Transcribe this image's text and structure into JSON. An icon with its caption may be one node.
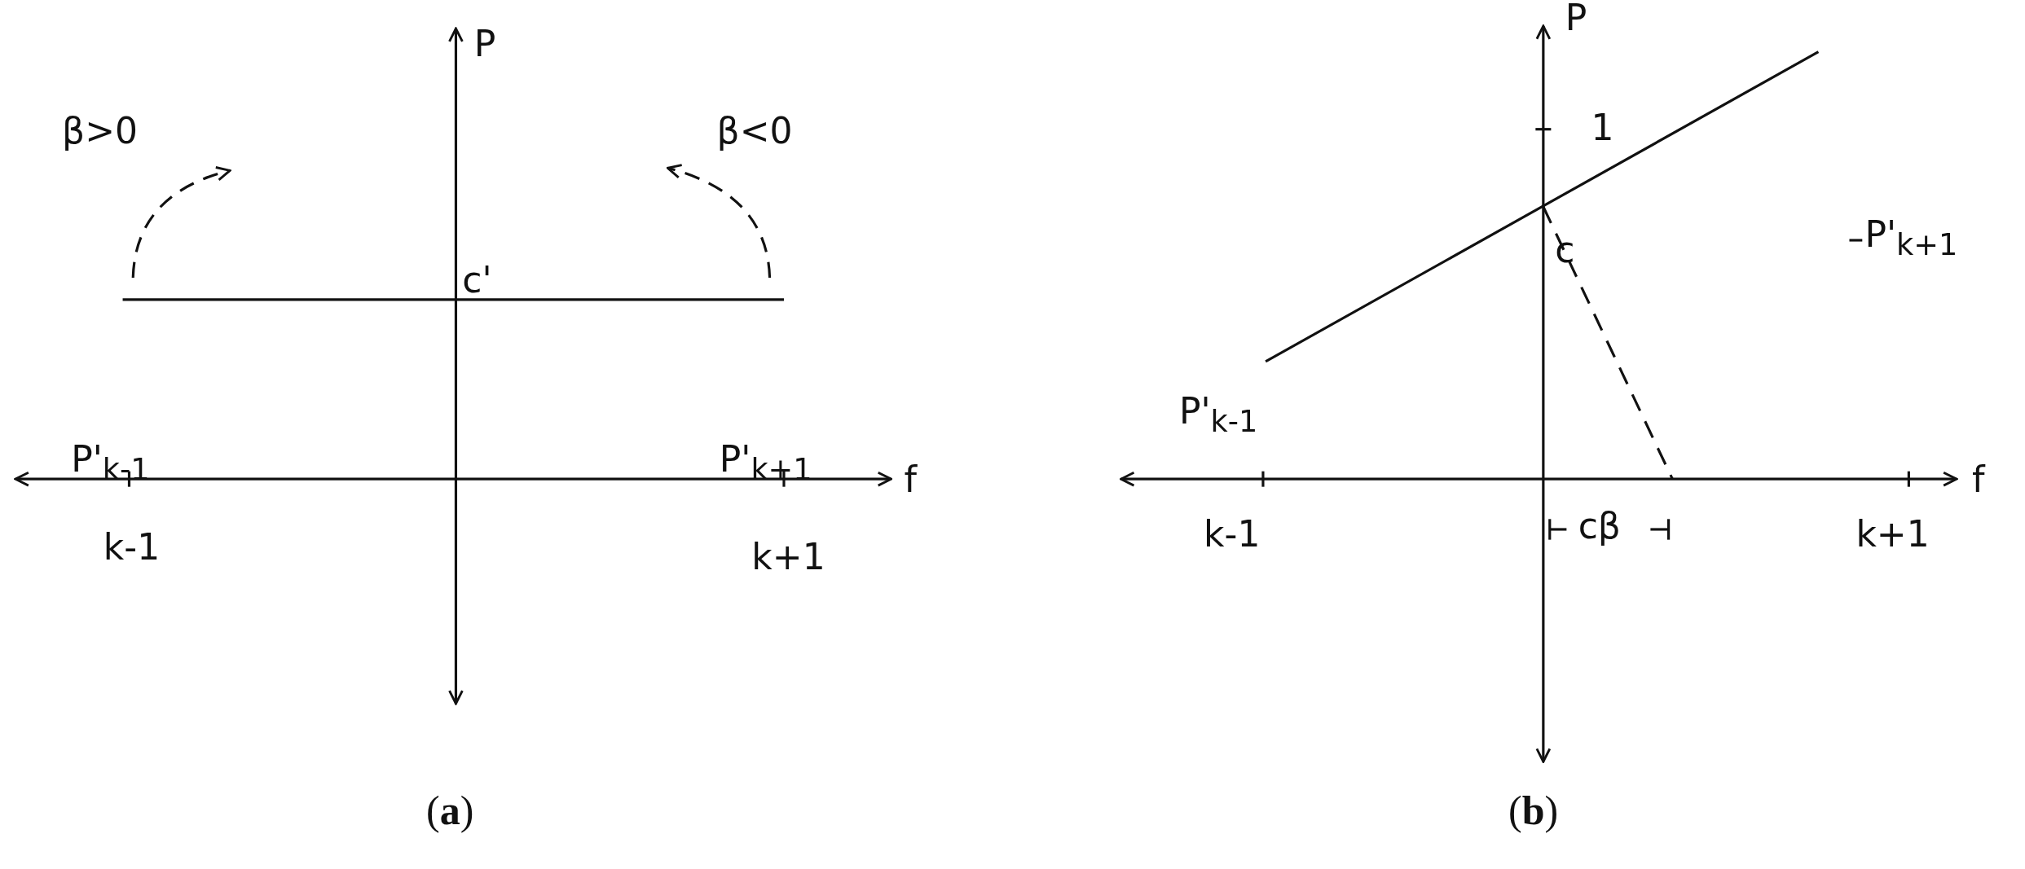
{
  "diagram": {
    "labels": [
      "P",
      "β>0",
      "β<0",
      "c'",
      "P'$_{k-1}$",
      "P'$_{k+1}$",
      "f",
      "k-1",
      "k+1",
      "(**a**)",
      "P",
      "1",
      "P'$_{k+1}$",
      "c",
      "P'$_{k-1}$",
      "f",
      "k-1",
      "cβ",
      "k+1",
      "(**b**)"
    ]
  }
}
